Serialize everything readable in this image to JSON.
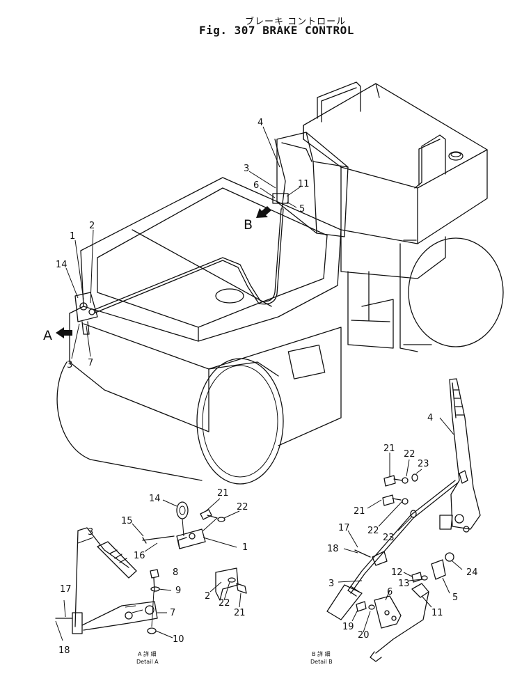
{
  "figure": {
    "title_jp": "ブレーキ コントロール",
    "title_en": "Fig. 307  BRAKE  CONTROL"
  },
  "views": {
    "A": "A",
    "B": "B"
  },
  "captions": {
    "detail_a_jp": "A 詳 細",
    "detail_a": "Detail A",
    "detail_b_jp": "B 詳 細",
    "detail_b": "Detail B"
  },
  "main_callouts": [
    {
      "id": "m1",
      "label": "1"
    },
    {
      "id": "m2",
      "label": "2"
    },
    {
      "id": "m14",
      "label": "14"
    },
    {
      "id": "m3a",
      "label": "3"
    },
    {
      "id": "m7",
      "label": "7"
    },
    {
      "id": "m4",
      "label": "4"
    },
    {
      "id": "m3b",
      "label": "3"
    },
    {
      "id": "m6",
      "label": "6"
    },
    {
      "id": "m11",
      "label": "11"
    },
    {
      "id": "m5",
      "label": "5"
    }
  ],
  "detail_a_callouts": [
    {
      "id": "a14",
      "label": "14"
    },
    {
      "id": "a21",
      "label": "21"
    },
    {
      "id": "a22",
      "label": "22"
    },
    {
      "id": "a15",
      "label": "15"
    },
    {
      "id": "a1",
      "label": "1"
    },
    {
      "id": "a16",
      "label": "16"
    },
    {
      "id": "a3",
      "label": "3"
    },
    {
      "id": "a8",
      "label": "8"
    },
    {
      "id": "a9",
      "label": "9"
    },
    {
      "id": "a7",
      "label": "7"
    },
    {
      "id": "a17",
      "label": "17"
    },
    {
      "id": "a18",
      "label": "18"
    },
    {
      "id": "a10",
      "label": "10"
    },
    {
      "id": "a2",
      "label": "2"
    },
    {
      "id": "a22b",
      "label": "22"
    },
    {
      "id": "a21b",
      "label": "21"
    }
  ],
  "detail_b_callouts": [
    {
      "id": "b4",
      "label": "4"
    },
    {
      "id": "b21",
      "label": "21"
    },
    {
      "id": "b22",
      "label": "22"
    },
    {
      "id": "b23",
      "label": "23"
    },
    {
      "id": "b21b",
      "label": "21"
    },
    {
      "id": "b22b",
      "label": "22"
    },
    {
      "id": "b23b",
      "label": "23"
    },
    {
      "id": "b17",
      "label": "17"
    },
    {
      "id": "b18",
      "label": "18"
    },
    {
      "id": "b12",
      "label": "12"
    },
    {
      "id": "b13",
      "label": "13"
    },
    {
      "id": "b24",
      "label": "24"
    },
    {
      "id": "b3",
      "label": "3"
    },
    {
      "id": "b6",
      "label": "6"
    },
    {
      "id": "b5",
      "label": "5"
    },
    {
      "id": "b11",
      "label": "11"
    },
    {
      "id": "b19",
      "label": "19"
    },
    {
      "id": "b20",
      "label": "20"
    }
  ]
}
